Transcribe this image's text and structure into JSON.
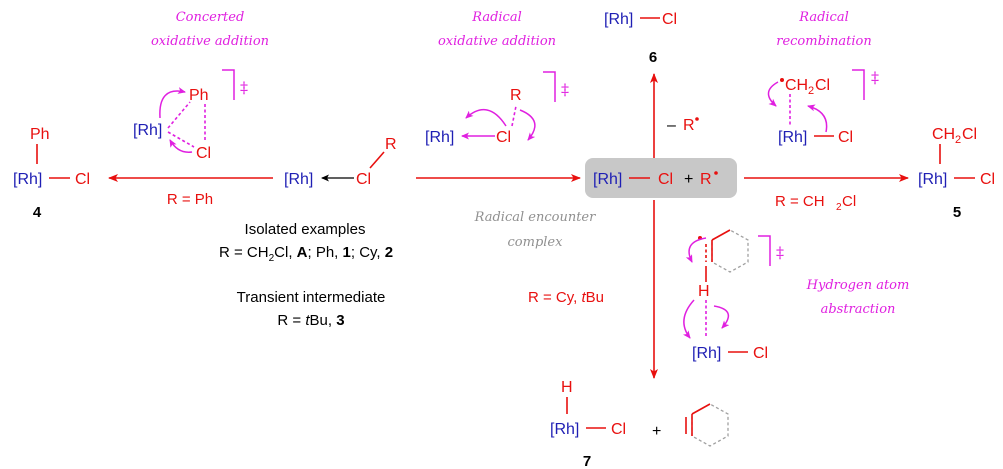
{
  "labels": {
    "concerted_line1": "Concerted",
    "concerted_line2": "oxidative addition",
    "radical_oa_line1": "Radical",
    "radical_oa_line2": "oxidative addition",
    "recomb_line1": "Radical",
    "recomb_line2": "recombination",
    "encounter_line1": "Radical encounter",
    "encounter_line2": "complex",
    "hat_line1": "Hydrogen atom",
    "hat_line2": "abstraction",
    "dagger": "‡"
  },
  "atoms": {
    "rh": "[Rh]",
    "cl": "Cl",
    "ph": "Ph",
    "r": "R",
    "h": "H",
    "ch2": "CH",
    "sub2": "2",
    "minus": "–",
    "plus": "+"
  },
  "conditions": {
    "to_4": "R = Ph",
    "to_5_pre": "R = CH",
    "to_5_sub": "2",
    "to_5_post": "Cl",
    "to_7_pre": "R = Cy, ",
    "to_7_tbu": "t",
    "to_7_post": "Bu"
  },
  "notes": {
    "isolated_title": "Isolated examples",
    "isolated_a": "R = CH",
    "isolated_b": "2",
    "isolated_c": "Cl, ",
    "isolated_d": "A",
    "isolated_e": "; Ph, ",
    "isolated_f": "1",
    "isolated_g": "; Cy, ",
    "isolated_h": "2",
    "transient_title": "Transient intermediate",
    "transient_a": "R = ",
    "transient_b": "t",
    "transient_c": "Bu, ",
    "transient_d": "3"
  },
  "compounds": {
    "c4": "4",
    "c5": "5",
    "c6": "6",
    "c7": "7"
  },
  "colors": {
    "red": "#e8100f",
    "blue": "#1f1fb4",
    "magenta": "#e020e0",
    "grey_box": "#c8c8c8",
    "grey_text": "#909090"
  }
}
